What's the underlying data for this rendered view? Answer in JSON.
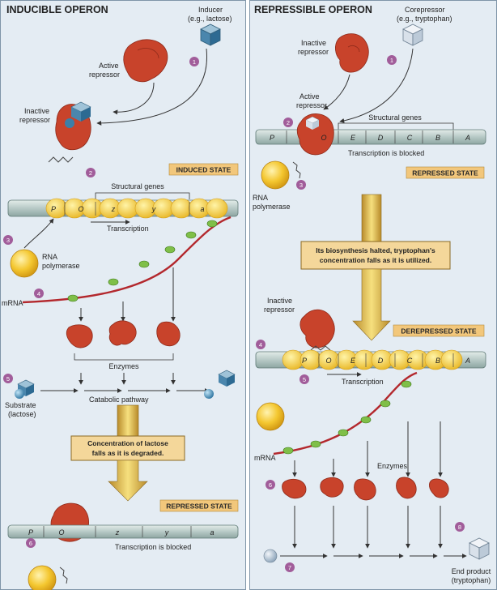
{
  "colors": {
    "background": "#e4ecf3",
    "dna": "#b7c9c6",
    "rnapol": "#f0c12c",
    "repressor": "#c8432b",
    "inducer": "#3b7fa8",
    "mrna": "#b3282d",
    "bead": "#79b842",
    "state_banner": "#f2c77b",
    "callout": "#f4d79a",
    "step_circle": "#a15d9a"
  },
  "left": {
    "title": "INDUCIBLE OPERON",
    "inducer_label": [
      "Inducer",
      "(e.g., lactose)"
    ],
    "active_repressor_label": [
      "Active",
      "repressor"
    ],
    "inactive_repressor_label": [
      "Inactive",
      "repressor"
    ],
    "induced_state": "INDUCED STATE",
    "structural_genes": "Structural genes",
    "genes": [
      "P",
      "O",
      "z",
      "y",
      "a"
    ],
    "transcription": "Transcription",
    "rna_polymerase_label": [
      "RNA",
      "polymerase"
    ],
    "mrna_label": "mRNA",
    "enzymes_label": "Enzymes",
    "substrate_label": [
      "Substrate",
      "(lactose)"
    ],
    "catabolic_pathway": "Catabolic pathway",
    "callout": [
      "Concentration of lactose",
      "falls as it is degraded."
    ],
    "repressed_state": "REPRESSED STATE",
    "blocked_genes": [
      "P",
      "O",
      "z",
      "y",
      "a"
    ],
    "transcription_blocked": "Transcription is blocked",
    "steps": [
      "1",
      "2",
      "3",
      "4",
      "5",
      "6"
    ]
  },
  "right": {
    "title": "REPRESSIBLE OPERON",
    "corepressor_label": [
      "Corepressor",
      "(e.g., tryptophan)"
    ],
    "inactive_repressor_label": [
      "Inactive",
      "repressor"
    ],
    "active_repressor_label": [
      "Active",
      "repressor"
    ],
    "structural_genes": "Structural genes",
    "genes": [
      "P",
      "O",
      "E",
      "D",
      "C",
      "B",
      "A"
    ],
    "transcription_blocked": "Transcription is blocked",
    "repressed_state": "REPRESSED STATE",
    "rna_polymerase_label": [
      "RNA",
      "polymerase"
    ],
    "callout": [
      "Its biosynthesis halted, tryptophan's",
      "concentration falls as it is utilized."
    ],
    "inactive_repressor_label_2": [
      "Inactive",
      "repressor"
    ],
    "derepressed_state": "DEREPRESSED STATE",
    "genes_2": [
      "P",
      "O",
      "E",
      "D",
      "C",
      "B",
      "A"
    ],
    "transcription": "Transcription",
    "mrna_label": "mRNA",
    "enzymes_label": "Enzymes",
    "end_product_label": [
      "End product",
      "(tryptophan)"
    ],
    "steps": [
      "1",
      "2",
      "3",
      "4",
      "5",
      "6",
      "7",
      "8"
    ]
  }
}
